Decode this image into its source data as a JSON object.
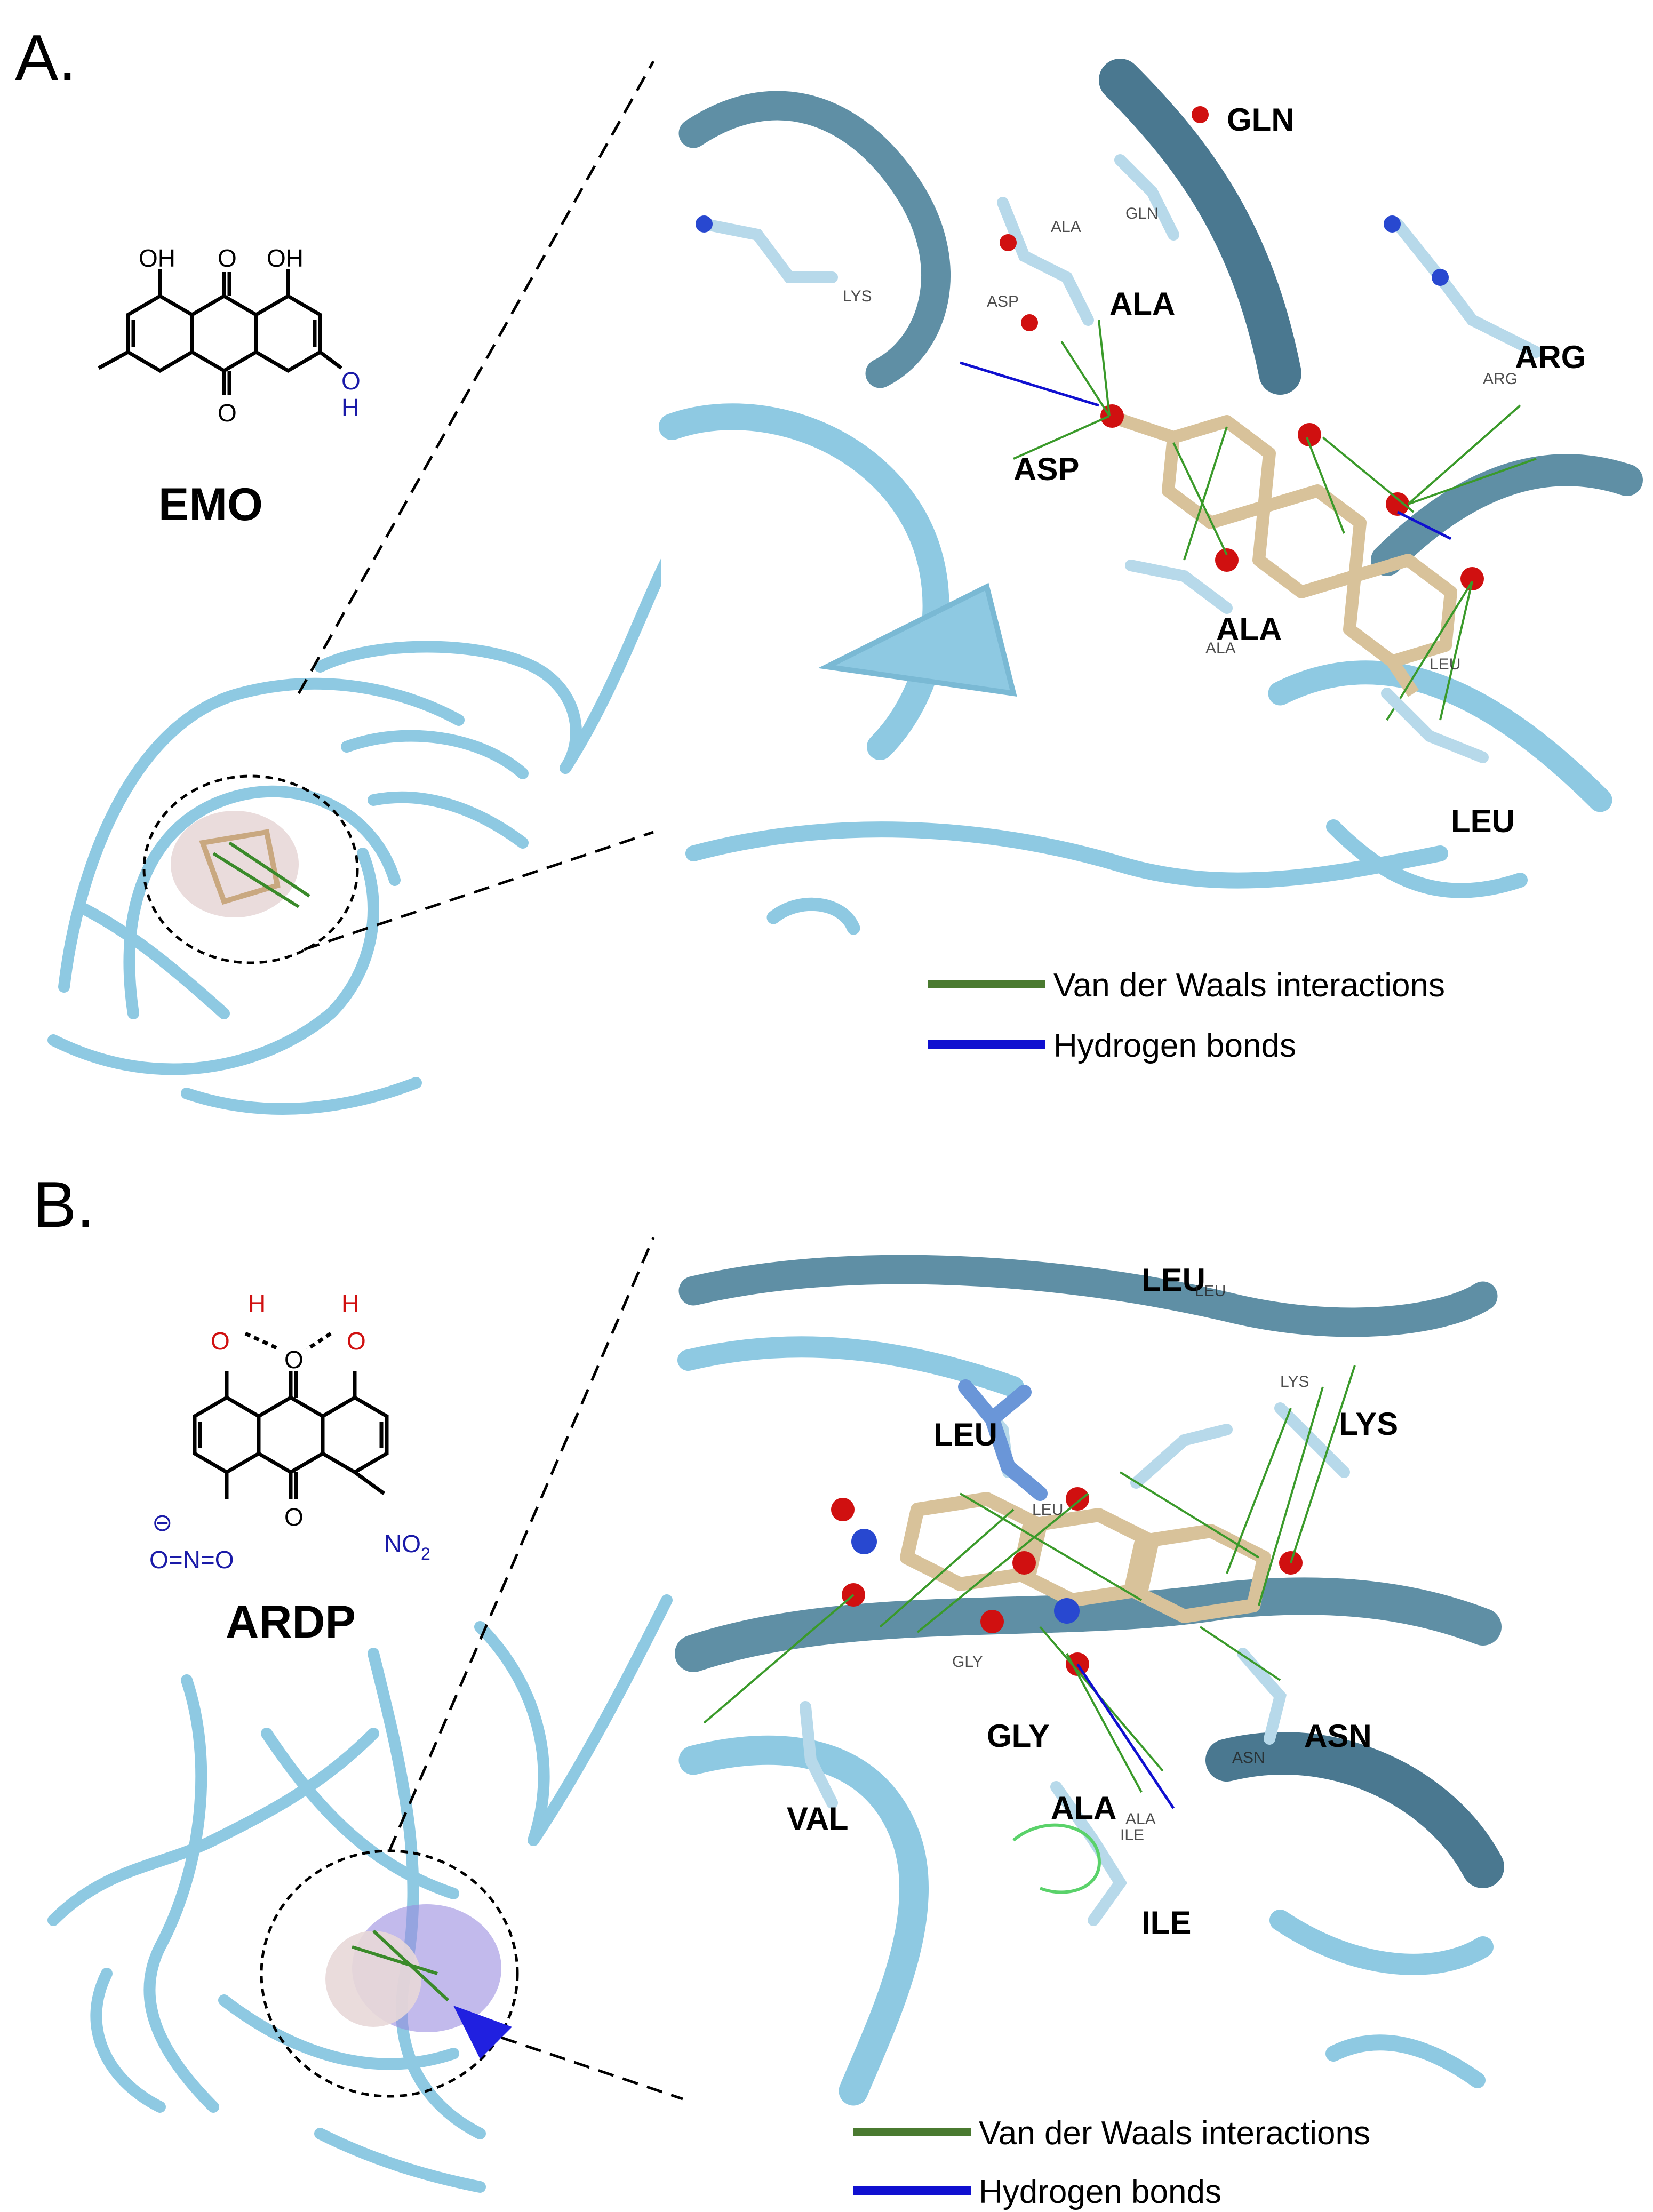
{
  "panels": [
    {
      "label": "A.",
      "molecule": {
        "name": "EMO",
        "atoms": {
          "oh_left": "OH",
          "o_top": "O",
          "oh_right": "OH",
          "o_bottom": "O",
          "o_blue": "O",
          "h_blue": "H"
        }
      },
      "residues": [
        "GLN",
        "ALA",
        "ARG",
        "ASP",
        "ALA",
        "LEU"
      ],
      "small_labels": [
        "ALA",
        "GLN",
        "ASP",
        "LYS",
        "ARG",
        "ALA",
        "LEU"
      ],
      "legend": {
        "vdw": "Van der Waals interactions",
        "hbond": "Hydrogen bonds"
      }
    },
    {
      "label": "B.",
      "molecule": {
        "name": "ARDP",
        "atoms": {
          "o1": "O",
          "h1": "H",
          "o2": "O",
          "h2": "H",
          "o3": "O",
          "o_center": "O",
          "minus": "⊖",
          "nitro_left": "O=N=O",
          "no2": "NO",
          "no2_sub": "2"
        }
      },
      "residues": [
        "LEU",
        "LEU",
        "LYS",
        "GLY",
        "ASN",
        "ALA",
        "VAL",
        "ILE"
      ],
      "small_labels": [
        "LEU",
        "LYS",
        "LEU",
        "GLY",
        "ASN",
        "ALA",
        "ILE"
      ],
      "legend": {
        "vdw": "Van der Waals interactions",
        "hbond": "Hydrogen bonds"
      }
    }
  ],
  "colors": {
    "ribbon": "#8ec9e2",
    "ribbon_dark": "#3f6f85",
    "ligand": "#d8c29a",
    "vdw": "#4a7a30",
    "hbond": "#1010d0",
    "oxygen": "#d01010",
    "nitrogen": "#2848d0"
  }
}
